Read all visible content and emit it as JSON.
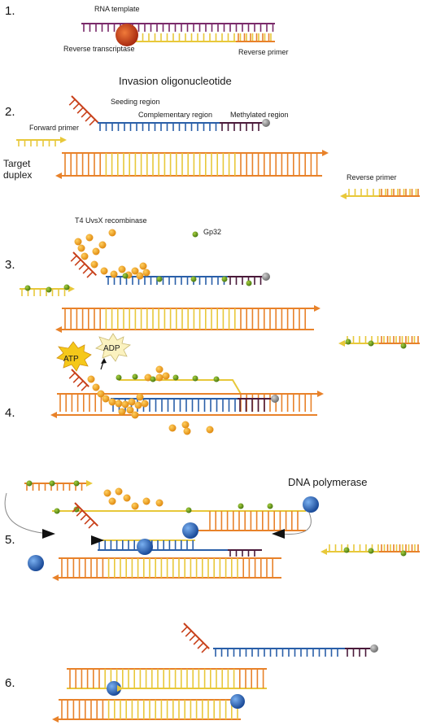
{
  "steps": {
    "s1": "1.",
    "s2": "2.",
    "s3": "3.",
    "s4": "4.",
    "s5": "5.",
    "s6": "6."
  },
  "labels": {
    "rna_template": "RNA template",
    "reverse_transcriptase": "Reverse transcriptase",
    "reverse_primer_1": "Reverse primer",
    "invasion_oligo": "Invasion oligonucleotide",
    "seeding_region": "Seeding region",
    "complementary_region": "Complementary region",
    "methylated_region": "Methylated region",
    "forward_primer": "Forward primer",
    "target_duplex_1": "Target",
    "target_duplex_2": "duplex",
    "reverse_primer_2": "Reverse primer",
    "uvsx": "T4 UvsX recombinase",
    "gp32": "Gp32",
    "atp": "ATP",
    "adp": "ADP",
    "dna_polymerase": "DNA polymerase"
  },
  "colors": {
    "orange": "#e8822a",
    "yellow": "#e8c83a",
    "blue": "#2a5fa8",
    "dark_purple": "#4a1a3a",
    "red_orange": "#c8401a",
    "purple": "#7a2a6a",
    "green": "#6a9a1a",
    "gold": "#f0a820",
    "polymerase": "#3a78c8",
    "grey": "#888888"
  }
}
